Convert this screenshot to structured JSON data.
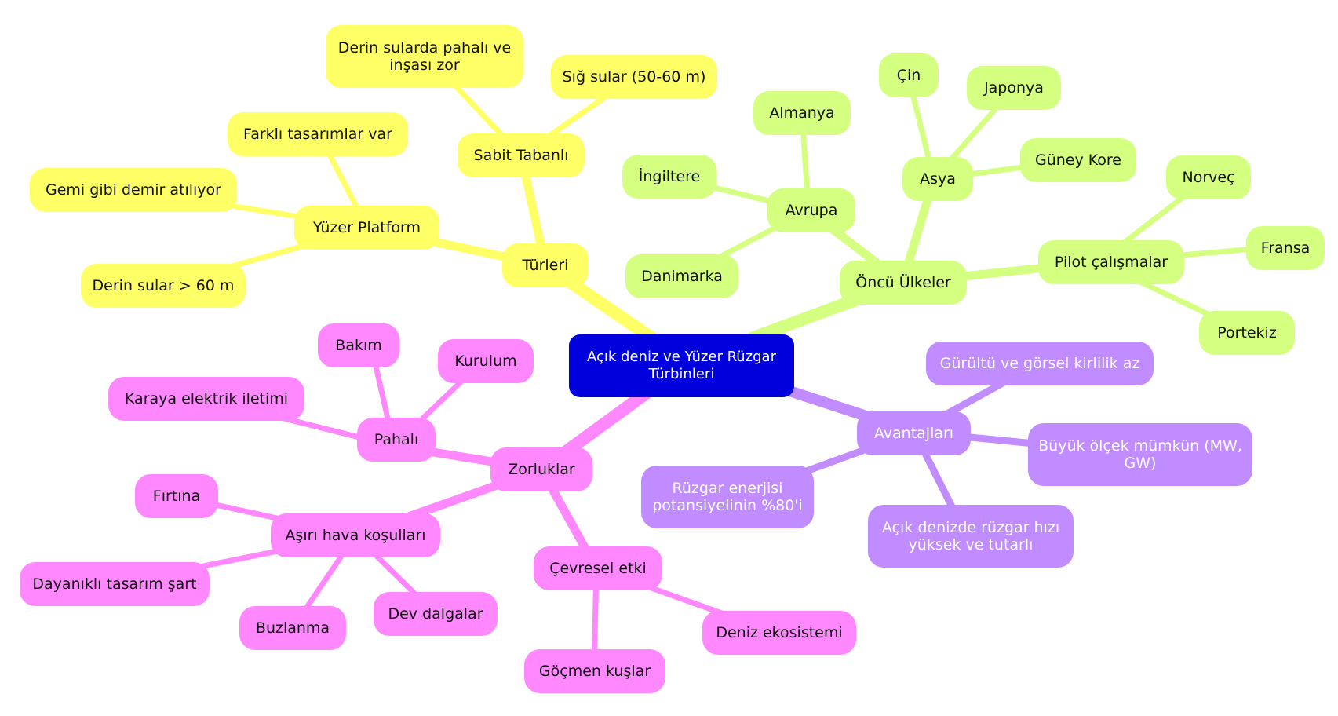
{
  "colors": {
    "root": "#0000dd",
    "yellow": "#ffff66",
    "green": "#d4ff80",
    "purple": "#c08cff",
    "pink": "#ff88ff"
  },
  "nodes": {
    "root": [
      "Açık deniz ve Yüzer Rüzgar",
      "Türbinleri"
    ],
    "turleri": "Türleri",
    "sabit": "Sabit Tabanlı",
    "derin_pahali": [
      "Derin sularda pahalı ve",
      "inşası zor"
    ],
    "sig_sular": "Sığ sular (50-60 m)",
    "yuzer": "Yüzer Platform",
    "farkli": "Farklı tasarımlar var",
    "gemi": "Gemi gibi demir atılıyor",
    "derin_sular": "Derin sular > 60 m",
    "oncu": "Öncü Ülkeler",
    "avrupa": "Avrupa",
    "almanya": "Almanya",
    "ingiltere": "İngiltere",
    "danimarka": "Danimarka",
    "asya": "Asya",
    "cin": "Çin",
    "japonya": "Japonya",
    "guney_kore": "Güney Kore",
    "pilot": "Pilot çalışmalar",
    "norvec": "Norveç",
    "fransa": "Fransa",
    "portekiz": "Portekiz",
    "avantajlari": "Avantajları",
    "gurultu": "Gürültü ve görsel kirlilik az",
    "buyuk": [
      "Büyük ölçek mümkün (MW,",
      "GW)"
    ],
    "ruzgar_pot": [
      "Rüzgar enerjisi",
      "potansiyelinin %80'i"
    ],
    "acik_deniz": [
      "Açık denizde rüzgar hızı",
      "yüksek ve tutarlı"
    ],
    "zorluklar": "Zorluklar",
    "pahali": "Pahalı",
    "bakim": "Bakım",
    "kurulum": "Kurulum",
    "karaya": "Karaya elektrik iletimi",
    "asiri": "Aşırı hava koşulları",
    "firtina": "Fırtına",
    "dayanikli": "Dayanıklı tasarım şart",
    "buzlanma": "Buzlanma",
    "dev_dalgalar": "Dev dalgalar",
    "cevresel": "Çevresel etki",
    "deniz_eko": "Deniz ekosistemi",
    "gocmen": "Göçmen kuşlar"
  }
}
